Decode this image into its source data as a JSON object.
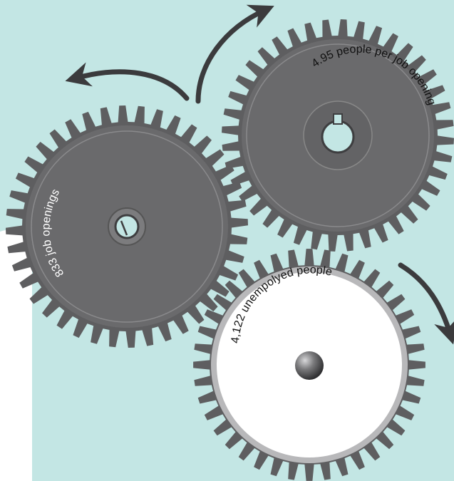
{
  "colors": {
    "background_panel": "#c3e6e4",
    "gear_dark": "#5e5e60",
    "gear_face": "#6a6a6c",
    "gear_ring": "#b8b8ba",
    "label_on_dark": "#ffffff",
    "label_on_light": "#111111",
    "arrow": "#3b3b3d"
  },
  "gears": {
    "left": {
      "label": "833 job openings",
      "hub": "slotted-screw-icon"
    },
    "right": {
      "label": "4.95 people per job opening",
      "hub": "keyed-shaft-icon"
    },
    "bottom": {
      "label": "4,122 unempolyed people",
      "hub": "ball-bearing-icon"
    }
  },
  "arrows": [
    "arrow-left-icon",
    "arrow-up-icon",
    "arrow-down-right-icon"
  ]
}
